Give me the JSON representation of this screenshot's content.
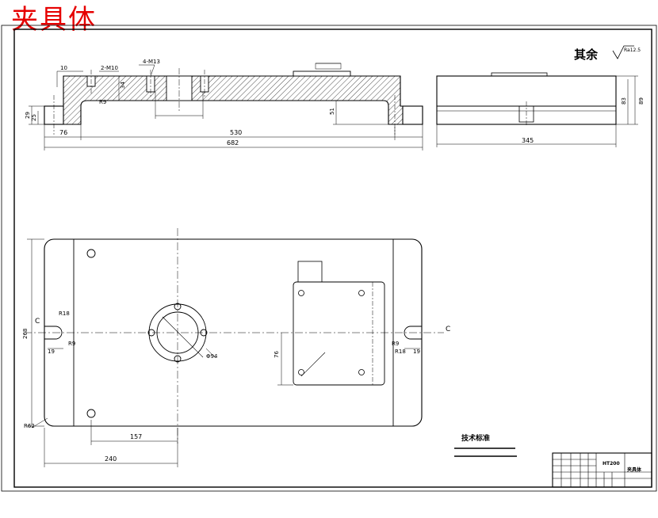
{
  "title": "夹具体",
  "roughness_note": {
    "label": "其余",
    "value": "Ra12.5"
  },
  "front_view": {
    "dims": {
      "d10": "10",
      "m10": "2-M10",
      "m13": "4-M13",
      "r9": "R9",
      "d34": "34",
      "d51": "51",
      "d29": "29",
      "d25": "25",
      "d76": "76",
      "d530": "530",
      "d682": "682"
    }
  },
  "side_view": {
    "dims": {
      "d83": "83",
      "d89": "89",
      "d345": "345"
    }
  },
  "plan_view": {
    "dims": {
      "r18": "R18",
      "r9": "R9",
      "r18b": "R18",
      "r9b": "R9",
      "d19": "19",
      "d19b": "19",
      "d268": "268",
      "d76": "76",
      "phi94": "Φ94",
      "r62": "R62",
      "d157": "157",
      "d240": "240",
      "c_left": "C",
      "c_right": "C"
    }
  },
  "tech_requirements": {
    "heading": "技术标准"
  },
  "title_block": {
    "part_name": "夹具体",
    "code": "HT200"
  }
}
